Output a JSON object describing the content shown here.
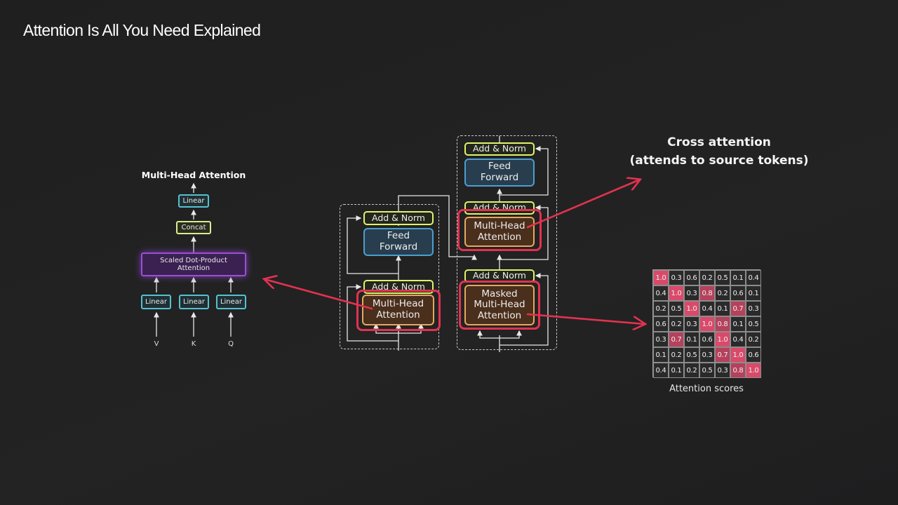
{
  "title": "Attention Is All You Need Explained",
  "mha": {
    "title": "Multi-Head Attention",
    "linear_top": "Linear",
    "concat": "Concat",
    "sdpa_line1": "Scaled Dot-Product",
    "sdpa_line2": "Attention",
    "linear_v": "Linear",
    "linear_k": "Linear",
    "linear_q": "Linear",
    "input_v": "V",
    "input_k": "K",
    "input_q": "Q"
  },
  "encoder": {
    "add_norm_top": "Add & Norm",
    "ff_line1": "Feed",
    "ff_line2": "Forward",
    "add_norm_bottom": "Add & Norm",
    "mha_line1": "Multi-Head",
    "mha_line2": "Attention"
  },
  "decoder": {
    "add_norm_top": "Add & Norm",
    "ff_line1": "Feed",
    "ff_line2": "Forward",
    "add_norm_mid": "Add & Norm",
    "cross_line1": "Multi-Head",
    "cross_line2": "Attention",
    "add_norm_bottom": "Add & Norm",
    "masked_line1": "Masked",
    "masked_line2": "Multi-Head",
    "masked_line3": "Attention"
  },
  "cross_attention": {
    "line1": "Cross attention",
    "line2": "(attends to source tokens)"
  },
  "scores": {
    "caption": "Attention scores",
    "matrix": [
      [
        "1.0",
        "0.3",
        "0.6",
        "0.2",
        "0.5",
        "0.1",
        "0.4"
      ],
      [
        "0.4",
        "1.0",
        "0.3",
        "0.8",
        "0.2",
        "0.6",
        "0.1"
      ],
      [
        "0.2",
        "0.5",
        "1.0",
        "0.4",
        "0.1",
        "0.7",
        "0.3"
      ],
      [
        "0.6",
        "0.2",
        "0.3",
        "1.0",
        "0.8",
        "0.1",
        "0.5"
      ],
      [
        "0.3",
        "0.7",
        "0.1",
        "0.6",
        "1.0",
        "0.4",
        "0.2"
      ],
      [
        "0.1",
        "0.2",
        "0.5",
        "0.3",
        "0.7",
        "1.0",
        "0.6"
      ],
      [
        "0.4",
        "0.1",
        "0.2",
        "0.5",
        "0.3",
        "0.8",
        "1.0"
      ]
    ]
  },
  "colors": {
    "highlight": "#e23250",
    "arrow": "#e23250",
    "add_norm": "#e0f26e",
    "feed_forward": "#4c9ecf",
    "attention": "#e5a85e",
    "linear": "#56c1cf",
    "sdpa": "#9a4fd4"
  }
}
